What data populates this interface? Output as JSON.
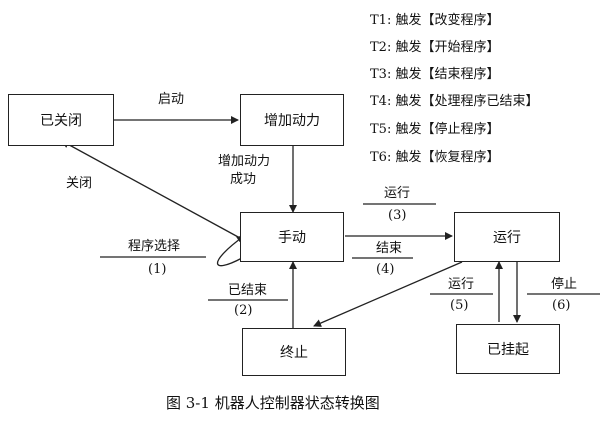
{
  "legend": [
    "T1: 触发【改变程序】",
    "T2: 触发【开始程序】",
    "T3: 触发【结束程序】",
    "T4: 触发【处理程序已结束】",
    "T5: 触发【停止程序】",
    "T6: 触发【恢复程序】"
  ],
  "states": {
    "closed": "已关闭",
    "power_up": "增加动力",
    "manual": "手动",
    "running": "运行",
    "stopped": "终止",
    "suspended": "已挂起"
  },
  "transitions": {
    "start": "启动",
    "close": "关闭",
    "power_success_1": "增加动力",
    "power_success_2": "成功",
    "program_select": "程序选择",
    "program_select_num": "(1)",
    "done": "已结束",
    "done_num": "(2)",
    "run": "运行",
    "run_num": "(3)",
    "end": "结束",
    "end_num": "(4)",
    "resume": "运行",
    "resume_num": "(5)",
    "stop": "停止",
    "stop_num": "(6)"
  },
  "caption": "图 3-1   机器人控制器状态转换图"
}
